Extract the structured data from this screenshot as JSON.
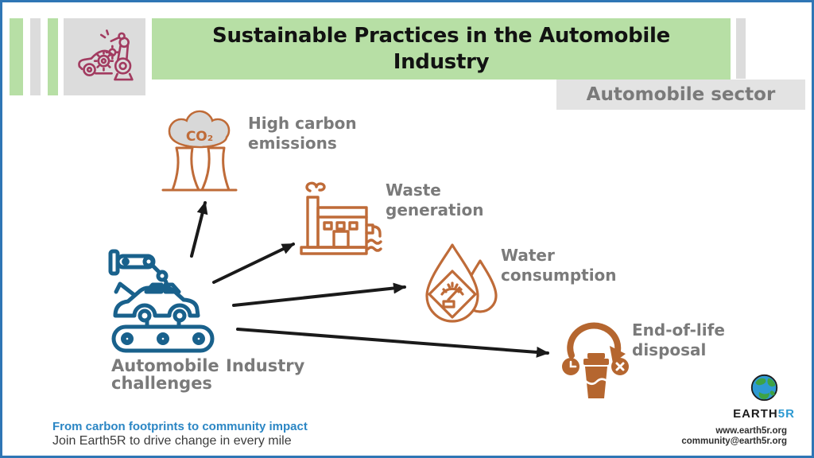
{
  "header": {
    "title": "Sustainable Practices in the Automobile Industry",
    "sector_label": "Automobile sector"
  },
  "diagram": {
    "source": {
      "label_line1": "Automobile",
      "label_right": "Industry",
      "label_line2": "challenges",
      "icon": "car-assembly-robot-arm"
    },
    "co2_text": "CO₂",
    "challenges": [
      {
        "line1": "High carbon",
        "line2": "emissions",
        "icon": "cooling-towers-co2-cloud"
      },
      {
        "line1": "Waste",
        "line2": "generation",
        "icon": "factory-waste-pipe"
      },
      {
        "line1": "Water",
        "line2": "consumption",
        "icon": "water-drops-gauge"
      },
      {
        "line1": "End-of-life",
        "line2": "disposal",
        "icon": "disposable-cup-cycle"
      }
    ]
  },
  "footer": {
    "tagline": "From carbon footprints to community impact",
    "subline": "Join Earth5R to drive change in every mile",
    "brand_black": "EARTH",
    "brand_blue": "5R",
    "website": "www.earth5r.org",
    "email": "community@earth5r.org"
  },
  "colors": {
    "banner_green": "#b7dfa5",
    "panel_gray": "#dcdcdc",
    "icon_orange": "#bf6b38",
    "icon_blue": "#19618c",
    "logo_maroon": "#a23b60",
    "label_gray": "#7a7a7a",
    "tagline_blue": "#2b86c4",
    "border_blue": "#2f76b5",
    "arrow_black": "#1a1a1a",
    "brand_blue": "#2e9ad2"
  }
}
